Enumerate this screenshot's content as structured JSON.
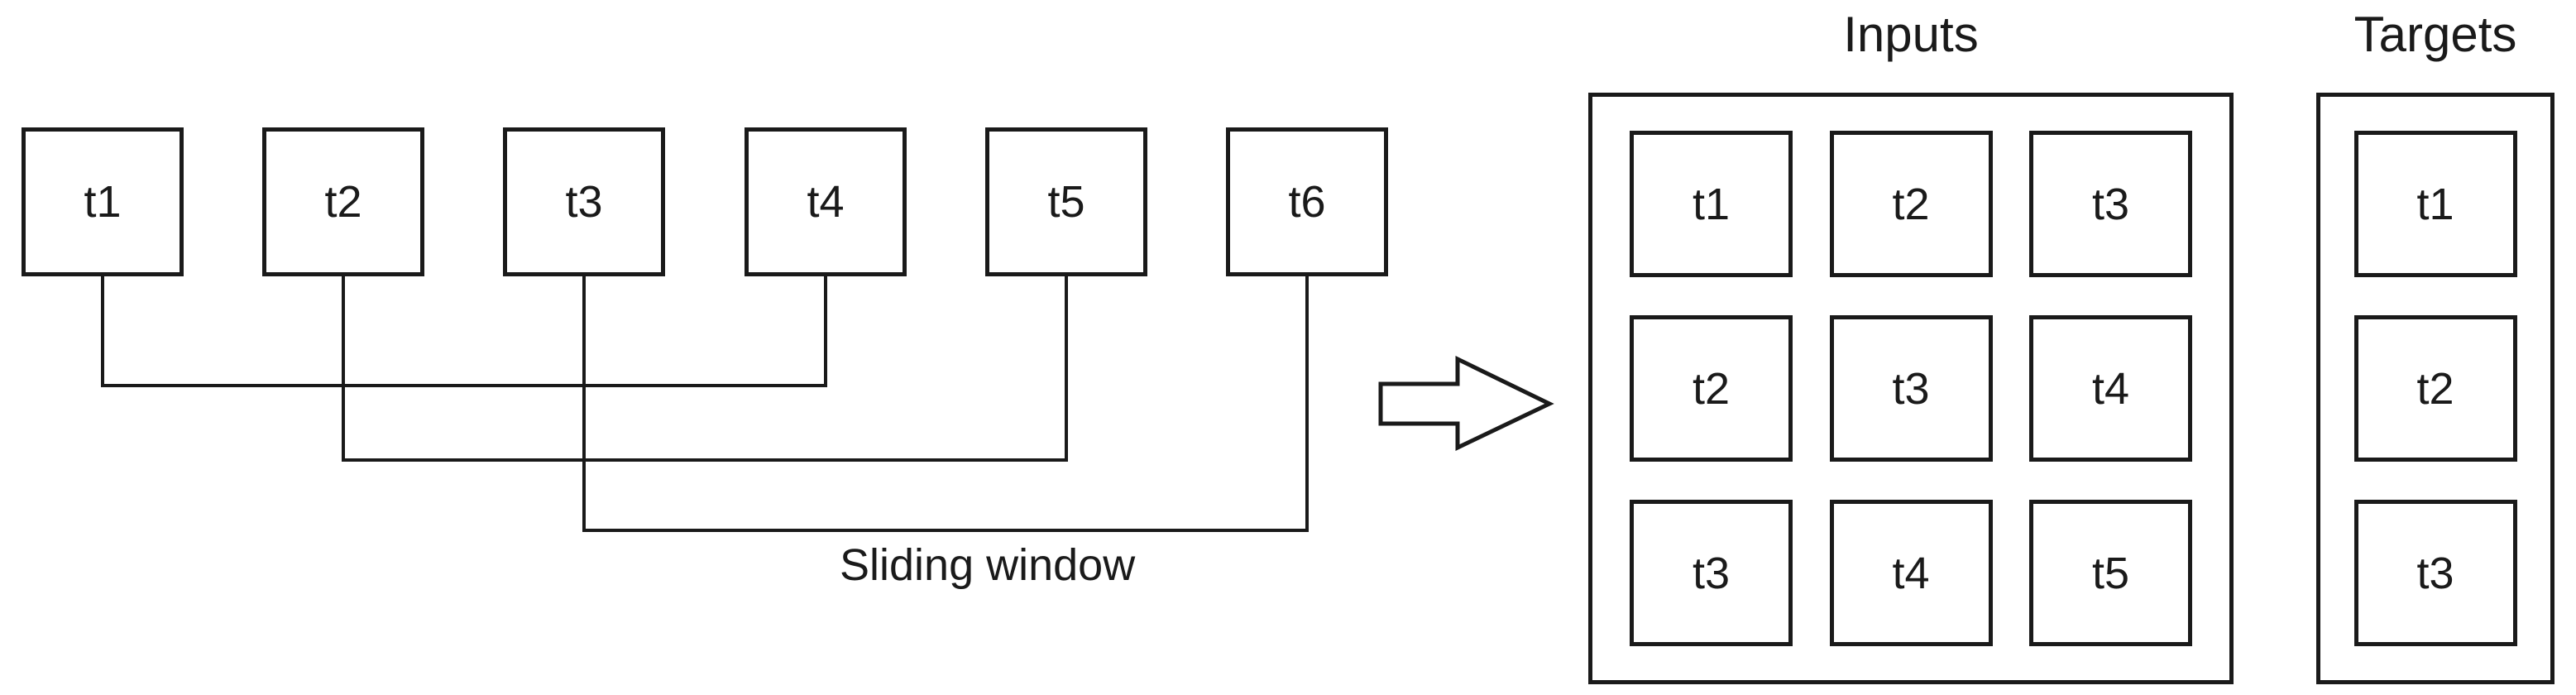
{
  "colors": {
    "stroke": "#1a1a1a",
    "background": "#ffffff"
  },
  "sequence": {
    "items": [
      "t1",
      "t2",
      "t3",
      "t4",
      "t5",
      "t6"
    ],
    "label": "Sliding window"
  },
  "arrow": {
    "icon": "arrow-right",
    "direction": "right"
  },
  "inputs": {
    "title": "Inputs",
    "rows": [
      [
        "t1",
        "t2",
        "t3"
      ],
      [
        "t2",
        "t3",
        "t4"
      ],
      [
        "t3",
        "t4",
        "t5"
      ]
    ]
  },
  "targets": {
    "title": "Targets",
    "values": [
      "t1",
      "t2",
      "t3"
    ]
  }
}
